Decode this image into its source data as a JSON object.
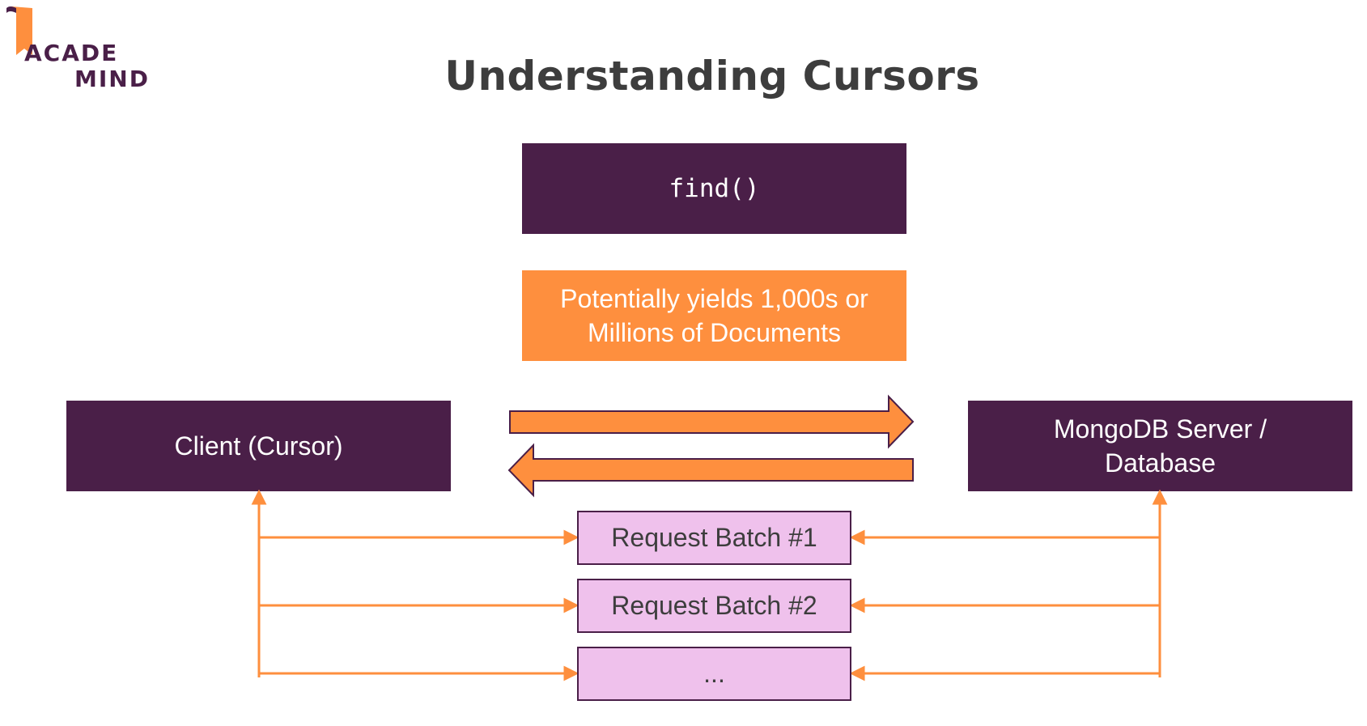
{
  "brand": {
    "logo_line1": "ACADE",
    "logo_line2": "MIND",
    "color_primary": "#4a1f48",
    "color_accent": "#fe8f3e",
    "color_batch": "#efc1ec"
  },
  "slide": {
    "title": "Understanding Cursors"
  },
  "diagram": {
    "query_box": "find()",
    "yield_box": "Potentially yields 1,000s or Millions of Documents",
    "client_box": "Client (Cursor)",
    "server_box": "MongoDB Server / Database",
    "batches": [
      "Request Batch #1",
      "Request Batch #2",
      "..."
    ]
  },
  "icons": {
    "bookmark": "bookmark-icon",
    "arrow_right": "arrow-right-icon",
    "arrow_left": "arrow-left-icon"
  }
}
